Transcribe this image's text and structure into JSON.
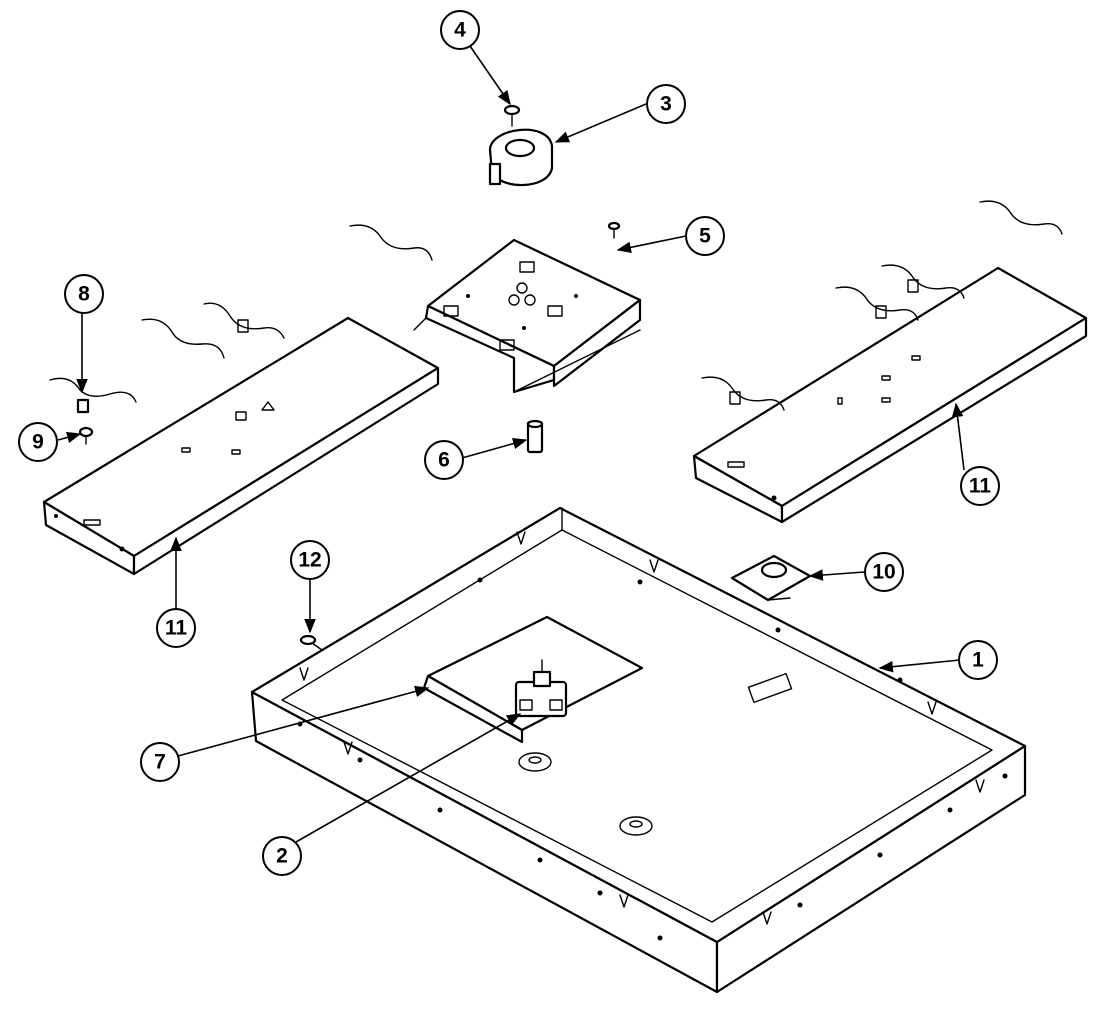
{
  "diagram": {
    "callouts": [
      {
        "id": "1",
        "label": "1"
      },
      {
        "id": "2",
        "label": "2"
      },
      {
        "id": "3",
        "label": "3"
      },
      {
        "id": "4",
        "label": "4"
      },
      {
        "id": "5",
        "label": "5"
      },
      {
        "id": "6",
        "label": "6"
      },
      {
        "id": "7",
        "label": "7"
      },
      {
        "id": "8",
        "label": "8"
      },
      {
        "id": "9",
        "label": "9"
      },
      {
        "id": "10",
        "label": "10"
      },
      {
        "id": "11a",
        "label": "11"
      },
      {
        "id": "11b",
        "label": "11"
      },
      {
        "id": "12",
        "label": "12"
      }
    ]
  }
}
